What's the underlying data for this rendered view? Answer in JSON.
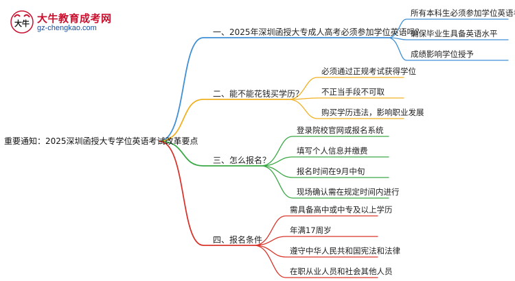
{
  "brand": {
    "name": "大牛教育成考网",
    "url": "gz-chengkao.com",
    "logo_mark": "大牛"
  },
  "root": {
    "label": "重要通知：2025深圳函授大专学位英语考试改革要点"
  },
  "branches": [
    {
      "label": "一、2025年深圳函授大专成人高考必须参加学位英语吗？",
      "color": "#3d8fd6",
      "leaves": [
        "所有本科生必须参加学位英语考试",
        "确保毕业生具备英语水平",
        "成绩影响学位授予"
      ]
    },
    {
      "label": "二、能不能花钱买学历？",
      "color": "#f0b020",
      "leaves": [
        "必须通过正规考试获得学位",
        "不正当手段不可取",
        "购买学历违法，影响职业发展"
      ]
    },
    {
      "label": "三、怎么报名？",
      "color": "#3aa845",
      "leaves": [
        "登录院校官网或报名系统",
        "填写个人信息并缴费",
        "报名时间在9月中旬",
        "现场确认需在规定时间内进行"
      ]
    },
    {
      "label": "四、报名条件",
      "color": "#d9342b",
      "leaves": [
        "需具备高中或中专及以上学历",
        "年满17周岁",
        "遵守中华人民共和国宪法和法律",
        "在职从业人员和社会其他人员"
      ]
    }
  ]
}
